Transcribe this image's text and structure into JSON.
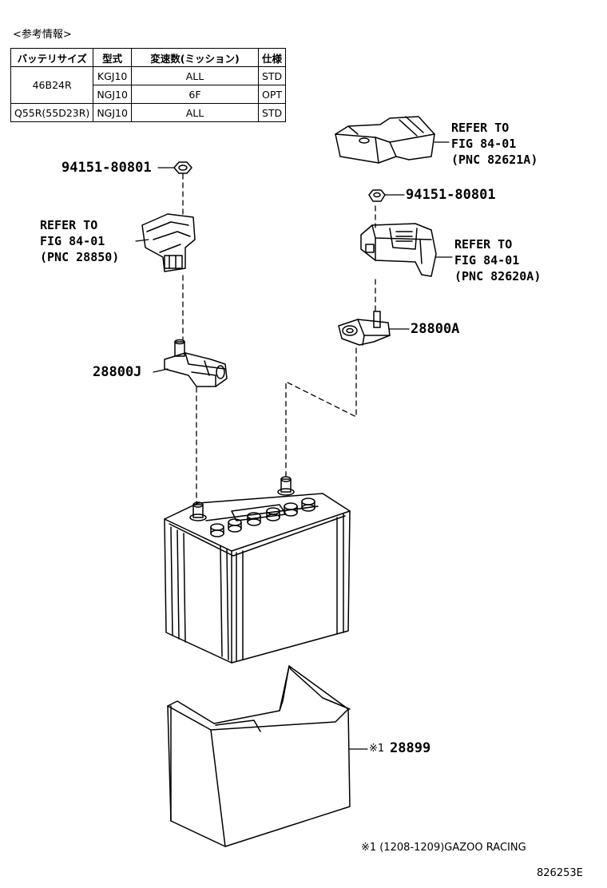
{
  "ref_table": {
    "caption": "<参考情報>",
    "headers": [
      "バッテリサイズ",
      "型式",
      "変速数(ミッション)",
      "仕様"
    ],
    "rows": [
      {
        "size": "46B24R",
        "model": "KGJ10",
        "trans": "ALL",
        "spec": "STD"
      },
      {
        "size": "",
        "model": "NGJ10",
        "trans": "6F",
        "spec": "OPT"
      },
      {
        "size": "Q55R(55D23R)",
        "model": "NGJ10",
        "trans": "ALL",
        "spec": "STD"
      }
    ]
  },
  "callouts": {
    "nut_left": "94151-80801",
    "nut_right": "94151-80801",
    "clamp_neg": "28800J",
    "clamp_pos": "28800A",
    "tray_mark": "※1",
    "tray": "28899"
  },
  "refer": {
    "left": {
      "line1": "REFER TO",
      "line2": "FIG 84-01",
      "line3": "(PNC 28850)"
    },
    "right_top": {
      "line1": "REFER TO",
      "line2": "FIG 84-01",
      "line3": "(PNC 82621A)"
    },
    "right_mid": {
      "line1": "REFER TO",
      "line2": "FIG 84-01",
      "line3": "(PNC 82620A)"
    }
  },
  "footnote": "※1 (1208-1209)GAZOO RACING",
  "drawing_id": "826253E"
}
